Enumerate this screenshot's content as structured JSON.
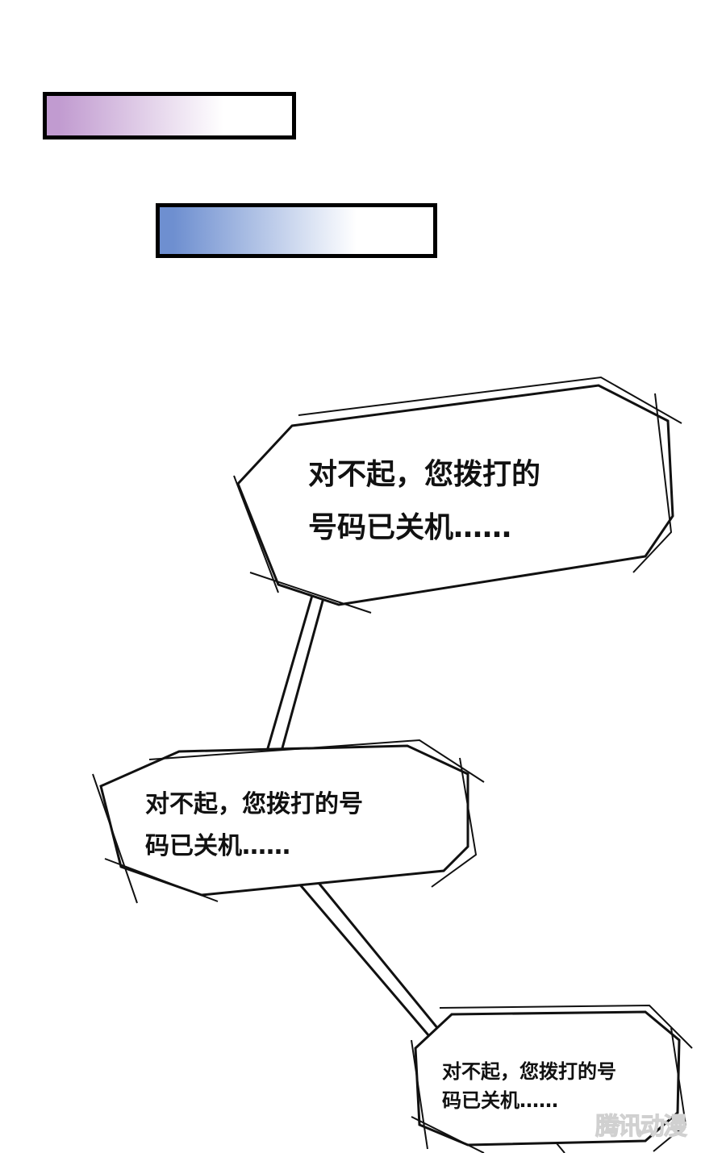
{
  "caption_bars": [
    {
      "gradient_from": "#c19bd0",
      "gradient_to": "#ffffff"
    },
    {
      "gradient_from": "#6e8fd0",
      "gradient_to": "#ffffff"
    }
  ],
  "bubbles": [
    {
      "line1": "对不起，您拨打的",
      "line2": "号码已关机……"
    },
    {
      "line1": "对不起，您拨打的号",
      "line2": "码已关机……"
    },
    {
      "line1": "对不起，您拨打的号",
      "line2": "码已关机……"
    }
  ],
  "watermark": "腾讯动漫"
}
